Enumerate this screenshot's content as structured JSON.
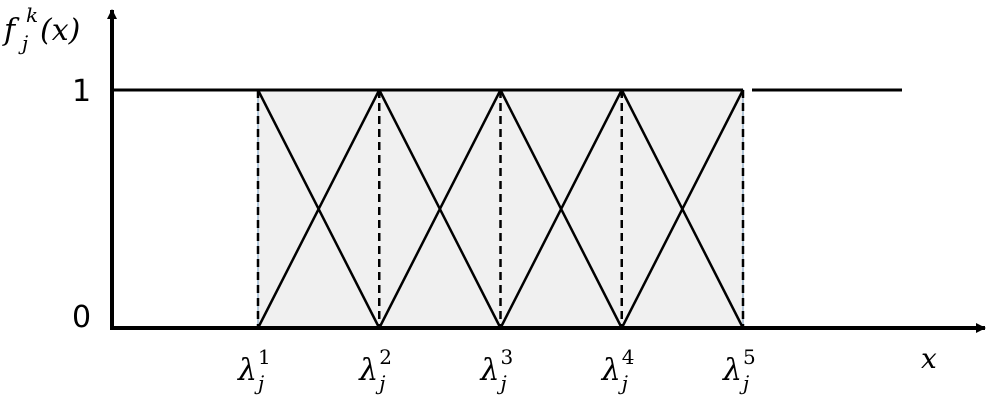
{
  "y_axis": {
    "title_main": "f",
    "title_sub": "j",
    "title_sup": "k",
    "title_arg": "(x)",
    "ticks": [
      "1",
      "0"
    ]
  },
  "x_axis": {
    "title": "x"
  },
  "knots": [
    {
      "base": "λ",
      "sub": "j",
      "sup": "1",
      "x": 1
    },
    {
      "base": "λ",
      "sub": "j",
      "sup": "2",
      "x": 2
    },
    {
      "base": "λ",
      "sub": "j",
      "sup": "3",
      "x": 3
    },
    {
      "base": "λ",
      "sub": "j",
      "sup": "4",
      "x": 4
    },
    {
      "base": "λ",
      "sub": "j",
      "sup": "5",
      "x": 5
    }
  ],
  "membership_levels": {
    "low": 0,
    "high": 1
  },
  "colors": {
    "shade": "#f0f0f0",
    "line": "#000000",
    "shade_border": "#9fb9cf"
  }
}
